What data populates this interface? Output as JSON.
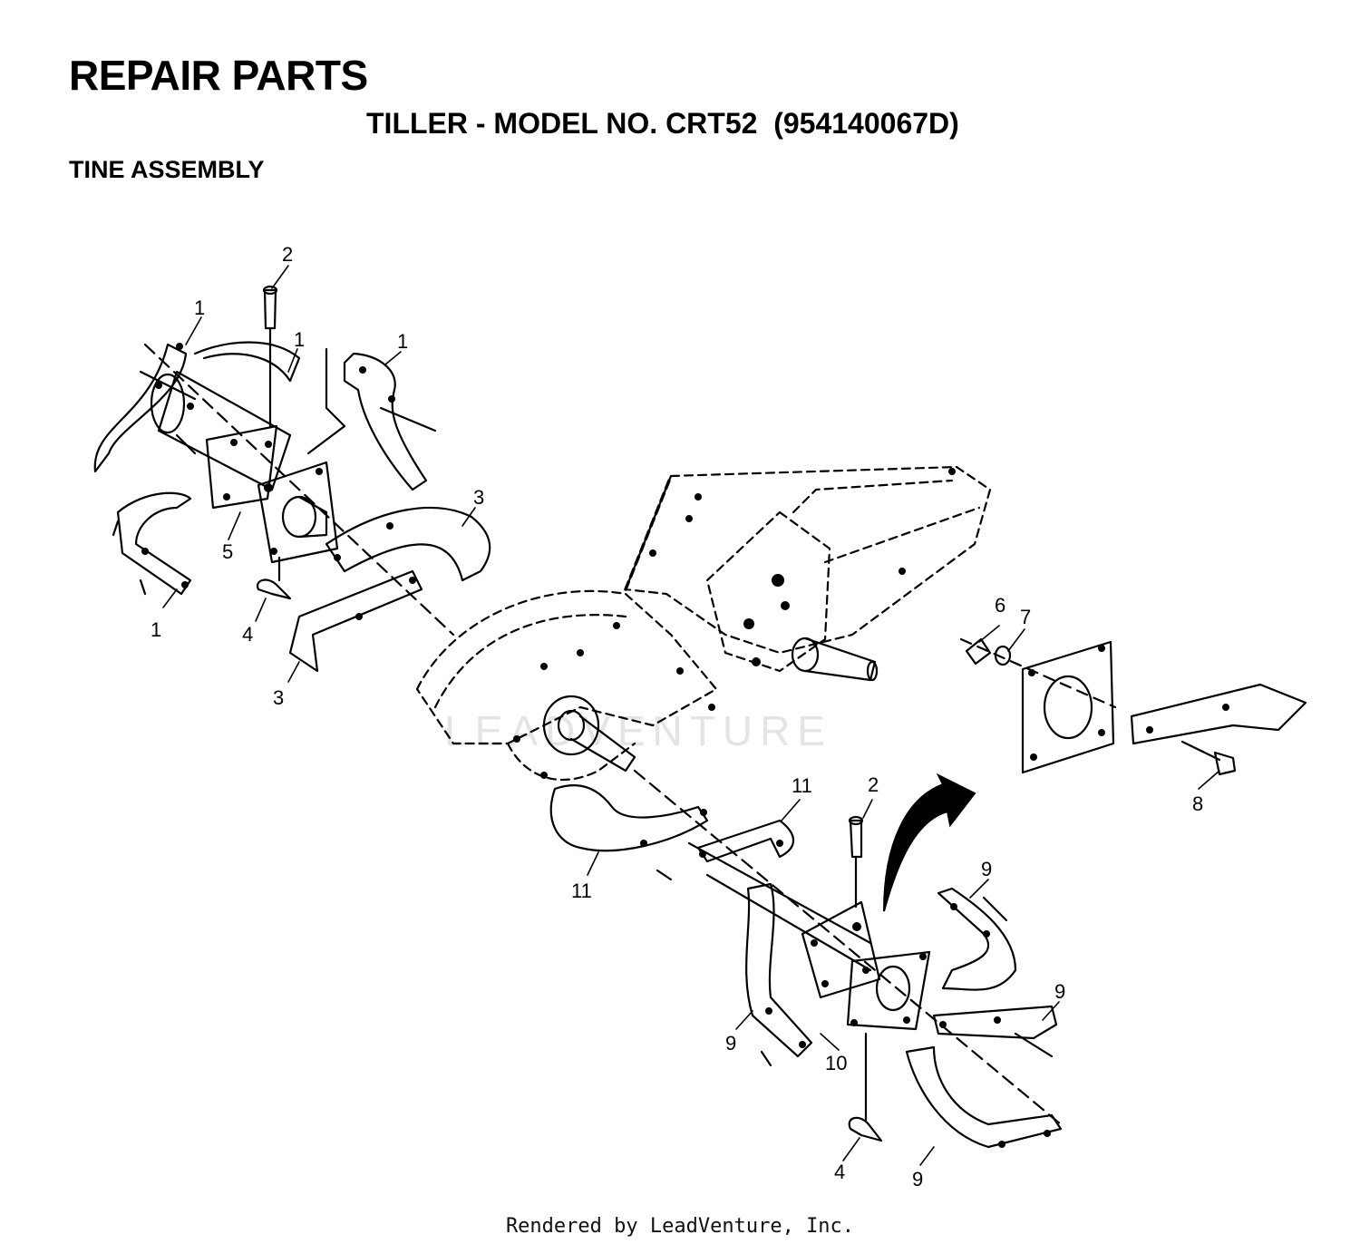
{
  "header": {
    "title": "REPAIR PARTS",
    "subtitle": "TILLER - MODEL NO. CRT52  (954140067D)",
    "section": "TINE ASSEMBLY"
  },
  "watermark": "LEADVENTURE",
  "callouts": [
    {
      "id": "c2a",
      "label": "2"
    },
    {
      "id": "c1a",
      "label": "1"
    },
    {
      "id": "c1b",
      "label": "1"
    },
    {
      "id": "c1c",
      "label": "1"
    },
    {
      "id": "c1d",
      "label": "1"
    },
    {
      "id": "c3a",
      "label": "3"
    },
    {
      "id": "c3b",
      "label": "3"
    },
    {
      "id": "c5",
      "label": "5"
    },
    {
      "id": "c4a",
      "label": "4"
    },
    {
      "id": "c6",
      "label": "6"
    },
    {
      "id": "c7",
      "label": "7"
    },
    {
      "id": "c8",
      "label": "8"
    },
    {
      "id": "c2b",
      "label": "2"
    },
    {
      "id": "c11a",
      "label": "11"
    },
    {
      "id": "c11b",
      "label": "11"
    },
    {
      "id": "c9a",
      "label": "9"
    },
    {
      "id": "c9b",
      "label": "9"
    },
    {
      "id": "c9c",
      "label": "9"
    },
    {
      "id": "c9d",
      "label": "9"
    },
    {
      "id": "c10",
      "label": "10"
    },
    {
      "id": "c4b",
      "label": "4"
    }
  ],
  "footer": "Rendered by LeadVenture, Inc."
}
